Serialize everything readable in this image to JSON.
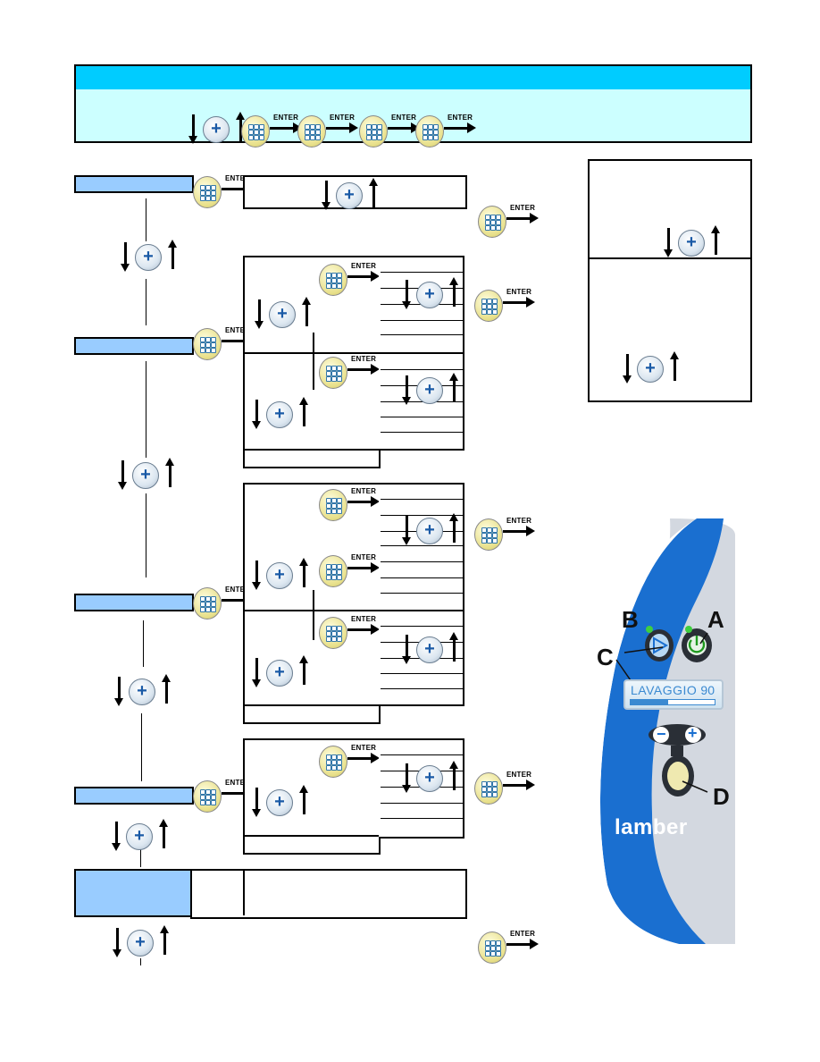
{
  "enter_label": "ENTER",
  "nav_plus": "+",
  "device": {
    "labels": {
      "a": "A",
      "b": "B",
      "c": "C",
      "d": "D"
    },
    "lcd_text": "LAVAGGIO",
    "lcd_value": "90",
    "lcd_progress": 0.45,
    "brand": "lamber",
    "minus": "−",
    "plus": "+"
  },
  "colors": {
    "header": "#00ccff",
    "header_body": "#ccffff",
    "menu_bar": "#99ccff",
    "device_blue": "#1a6fd0",
    "device_grey": "#d3d8e0"
  },
  "icons": [
    "keypad-icon",
    "enter-arrow-icon",
    "down-arrow-icon",
    "plus-button-icon",
    "up-arrow-icon",
    "power-icon",
    "play-icon"
  ]
}
